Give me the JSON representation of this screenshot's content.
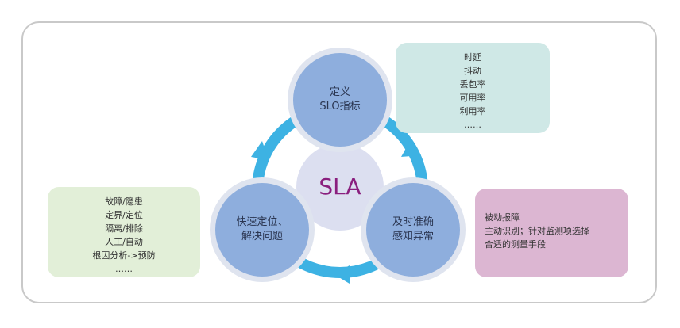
{
  "center": {
    "label": "SLA"
  },
  "nodes": {
    "top": {
      "lines": [
        "定义",
        "SLO指标"
      ]
    },
    "right": {
      "lines": [
        "及时准确",
        "感知异常"
      ]
    },
    "left": {
      "lines": [
        "快速定位、",
        "解决问题"
      ]
    }
  },
  "notes": {
    "top": {
      "lines": [
        "时延",
        "抖动",
        "丢包率",
        "可用率",
        "利用率",
        "……"
      ]
    },
    "left": {
      "lines": [
        "故障/隐患",
        "定界/定位",
        "隔离/排除",
        "人工/自动",
        "根因分析->预防",
        "……"
      ]
    },
    "right": {
      "lines": [
        "被动报障",
        "主动识别；针对监测项选择",
        "合适的测量手段"
      ]
    }
  },
  "colors": {
    "cycle_arrow": "#3db2e3",
    "node_fill": "#8eaedd",
    "node_ring": "#dfe4ef",
    "center_fill": "#dcdff0",
    "center_text": "#8a1f7e",
    "note_top": "#cfe8e6",
    "note_left": "#e2efd8",
    "note_right": "#dcb6d2",
    "frame_border": "#c9c9c9"
  }
}
